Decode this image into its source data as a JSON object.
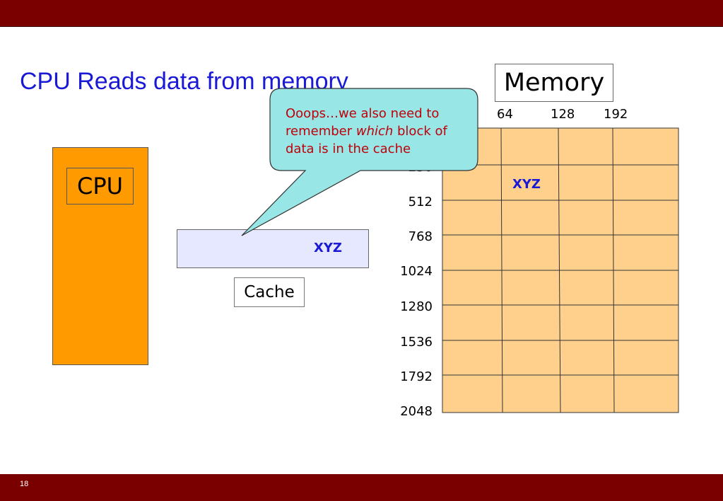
{
  "slide": {
    "title": "CPU Reads data from memory",
    "number": "18"
  },
  "cpu": {
    "label": "CPU"
  },
  "cache": {
    "label": "Cache",
    "content": "XYZ"
  },
  "memory": {
    "label": "Memory",
    "column_labels": [
      "64",
      "128",
      "192"
    ],
    "row_labels": [
      "512",
      "768",
      "1024",
      "1280",
      "1536",
      "1792",
      "2048"
    ],
    "partially_hidden_row_label": "256",
    "cell_content": "XYZ"
  },
  "callout": {
    "text_before": "Ooops…we also need to remember ",
    "text_italic": "which",
    "text_after": " block of data is in the cache"
  },
  "colors": {
    "bar": "#7a0000",
    "title": "#1a1ad6",
    "cpu": "#ff9a00",
    "cache": "#e6e8ff",
    "memory_cells": "#ffd08c",
    "callout_fill": "#99e6e6",
    "callout_text": "#c0000a"
  }
}
